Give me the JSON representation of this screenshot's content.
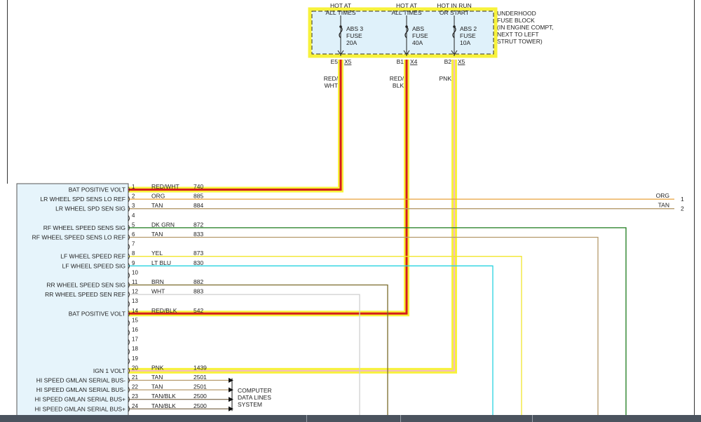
{
  "colors": {
    "highlight_yellow": "#f7f23c",
    "highlight_red": "#d41c1c",
    "module_fill": "#e6f4fb",
    "fuse_fill": "#dff1fa"
  },
  "fuse_block": {
    "label_lines": [
      "UNDERHOOD",
      "FUSE BLOCK",
      "(IN ENGINE COMPT,",
      "NEXT TO LEFT",
      "STRUT TOWER)"
    ],
    "fuses": [
      {
        "top": [
          "HOT AT",
          "ALL TIMES"
        ],
        "name": [
          "ABS 3",
          "FUSE",
          "20A"
        ],
        "pin": "E5",
        "conn": "X5",
        "wire": [
          "RED/",
          "WHT"
        ]
      },
      {
        "top": [
          "HOT AT",
          "ALL TIMES"
        ],
        "name": [
          "ABS",
          "FUSE",
          "40A"
        ],
        "pin": "B1",
        "conn": "X4",
        "wire": [
          "RED/",
          "BLK"
        ]
      },
      {
        "top": [
          "HOT IN RUN",
          "OR START"
        ],
        "name": [
          "ABS 2",
          "FUSE",
          "10A"
        ],
        "pin": "B2",
        "conn": "X5",
        "wire": [
          "PNK"
        ]
      }
    ]
  },
  "module_pins": [
    {
      "pin": "1",
      "label": "BAT POSITIVE VOLT",
      "color": "RED/WHT",
      "circuit": "740"
    },
    {
      "pin": "2",
      "label": "LR WHEEL SPD SENS LO REF",
      "color": "ORG",
      "circuit": "885"
    },
    {
      "pin": "3",
      "label": "LR WHEEL SPD SEN SIG",
      "color": "TAN",
      "circuit": "884"
    },
    {
      "pin": "4",
      "label": "",
      "color": "",
      "circuit": ""
    },
    {
      "pin": "5",
      "label": "RF WHEEL SPEED SENS SIG",
      "color": "DK GRN",
      "circuit": "872"
    },
    {
      "pin": "6",
      "label": "RF WHEEL SPEED SENS LO REF",
      "color": "TAN",
      "circuit": "833"
    },
    {
      "pin": "7",
      "label": "",
      "color": "",
      "circuit": ""
    },
    {
      "pin": "8",
      "label": "LF WHEEL SPEED REF",
      "color": "YEL",
      "circuit": "873"
    },
    {
      "pin": "9",
      "label": "LF WHEEL SPEED SIG",
      "color": "LT BLU",
      "circuit": "830"
    },
    {
      "pin": "10",
      "label": "",
      "color": "",
      "circuit": ""
    },
    {
      "pin": "11",
      "label": "RR WHEEL SPEED SEN SIG",
      "color": "BRN",
      "circuit": "882"
    },
    {
      "pin": "12",
      "label": "RR WHEEL SPEED SEN REF",
      "color": "WHT",
      "circuit": "883"
    },
    {
      "pin": "13",
      "label": "",
      "color": "",
      "circuit": ""
    },
    {
      "pin": "14",
      "label": "BAT POSITIVE VOLT",
      "color": "RED/BLK",
      "circuit": "542"
    },
    {
      "pin": "15",
      "label": "",
      "color": "",
      "circuit": ""
    },
    {
      "pin": "16",
      "label": "",
      "color": "",
      "circuit": ""
    },
    {
      "pin": "17",
      "label": "",
      "color": "",
      "circuit": ""
    },
    {
      "pin": "18",
      "label": "",
      "color": "",
      "circuit": ""
    },
    {
      "pin": "19",
      "label": "",
      "color": "",
      "circuit": ""
    },
    {
      "pin": "20",
      "label": "IGN 1 VOLT",
      "color": "PNK",
      "circuit": "1439"
    },
    {
      "pin": "21",
      "label": "HI SPEED GMLAN SERIAL BUS-",
      "color": "TAN",
      "circuit": "2501"
    },
    {
      "pin": "22",
      "label": "HI SPEED GMLAN SERIAL BUS-",
      "color": "TAN",
      "circuit": "2501"
    },
    {
      "pin": "23",
      "label": "HI SPEED GMLAN SERIAL BUS+",
      "color": "TAN/BLK",
      "circuit": "2500"
    },
    {
      "pin": "24",
      "label": "HI SPEED GMLAN SERIAL BUS+",
      "color": "TAN/BLK",
      "circuit": "2500"
    }
  ],
  "right_connector": [
    {
      "color": "ORG",
      "pin": "1"
    },
    {
      "color": "TAN",
      "pin": "2"
    }
  ],
  "data_lines": [
    "COMPUTER",
    "DATA LINES",
    "SYSTEM"
  ]
}
